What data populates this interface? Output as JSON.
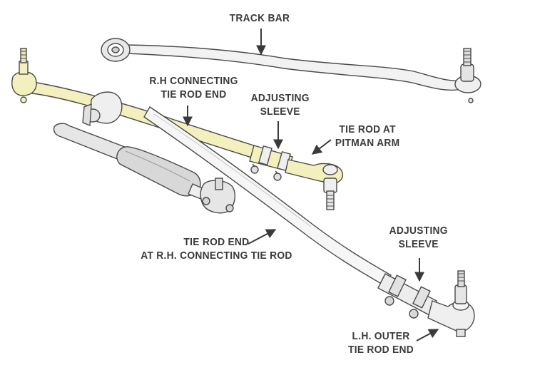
{
  "labels": {
    "track_bar": "TRACK BAR",
    "rh_connecting": [
      "R.H CONNECTING",
      "TIE ROD END"
    ],
    "adjusting_sleeve_upper": [
      "ADJUSTING",
      "SLEEVE"
    ],
    "tie_rod_pitman": [
      "TIE ROD AT",
      "PITMAN ARM"
    ],
    "tie_rod_end_rh": [
      "TIE ROD END",
      "AT R.H. CONNECTING TIE ROD"
    ],
    "adjusting_sleeve_lower": [
      "ADJUSTING",
      "SLEEVE"
    ],
    "lh_outer": [
      "L.H. OUTER",
      "TIE ROD END"
    ]
  },
  "colors": {
    "ink": "#3a3a3a",
    "tie_rod_fill": "#f3f0bd",
    "part_fill": "#efefef",
    "damper_fill": "#d8d8d8"
  }
}
